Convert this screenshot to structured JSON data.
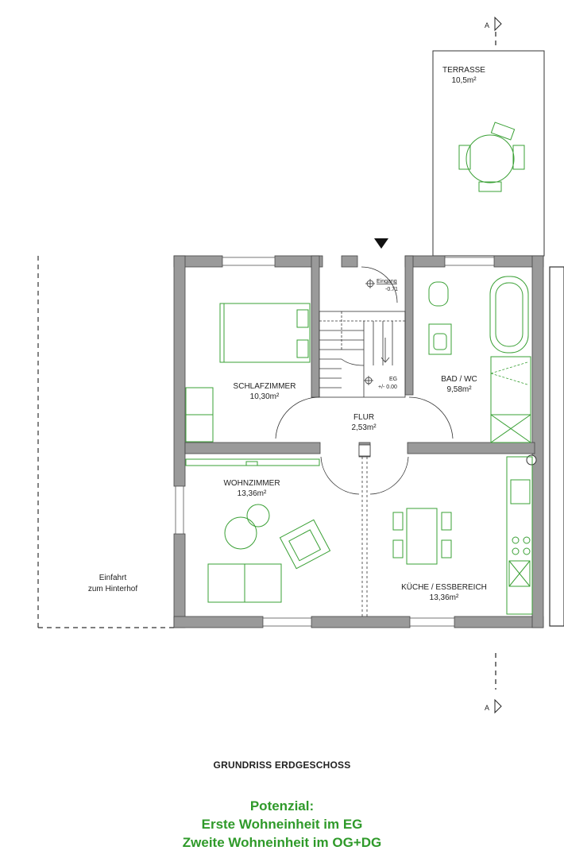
{
  "section_marker_top": "A",
  "section_marker_bottom": "A",
  "terrace": {
    "name": "TERRASSE",
    "area": "10,5m²"
  },
  "entrance": {
    "label": "Eingang",
    "level": "-0.71"
  },
  "eg_level": {
    "label": "EG",
    "level": "+/- 0.00"
  },
  "rooms": {
    "bedroom": {
      "name": "SCHLAFZIMMER",
      "area": "10,30m²"
    },
    "hall": {
      "name": "FLUR",
      "area": "2,53m²"
    },
    "bath": {
      "name": "BAD / WC",
      "area": "9,58m²"
    },
    "living": {
      "name": "WOHNZIMMER",
      "area": "13,36m²"
    },
    "kitchen": {
      "name": "KÜCHE / ESSBEREICH",
      "area": "13,36m²"
    }
  },
  "driveway": {
    "line1": "Einfahrt",
    "line2": "zum Hinterhof"
  },
  "plan_title": "GRUNDRISS ERDGESCHOSS",
  "potential": {
    "heading": "Potenzial:",
    "line1": "Erste Wohneinheit im EG",
    "line2": "Zweite Wohneinheit im OG+DG"
  },
  "colors": {
    "wall": "#9a9a9a",
    "furniture": "#3aa035",
    "text_green": "#2f9a2a"
  }
}
